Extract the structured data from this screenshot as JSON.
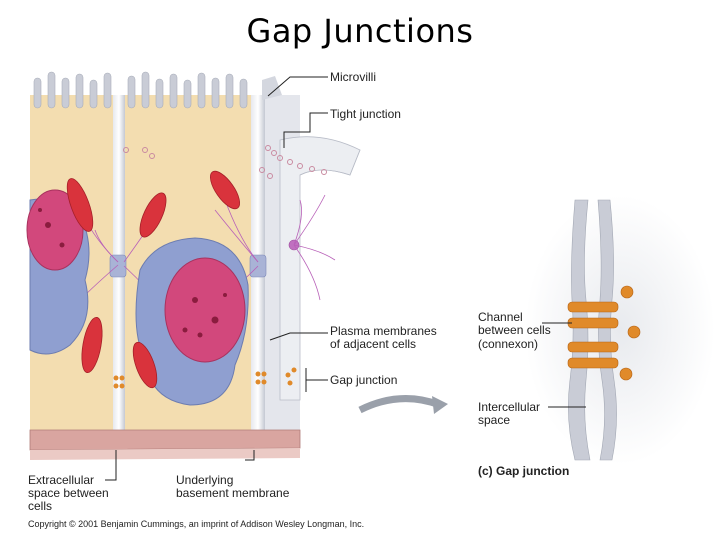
{
  "title": "Gap Junctions",
  "labels": {
    "microvilli": "Microvilli",
    "tight_junction": "Tight junction",
    "plasma_membranes_line1": "Plasma membranes",
    "plasma_membranes_line2": "of adjacent cells",
    "gap_junction": "Gap junction",
    "channel_line1": "Channel",
    "channel_line2": "between cells",
    "channel_line3": "(connexon)",
    "intercellular_line1": "Intercellular",
    "intercellular_line2": "space",
    "panel_c": "(c) Gap junction",
    "extracellular_line1": "Extracellular",
    "extracellular_line2": "space between",
    "extracellular_line3": "cells",
    "basement_line1": "Underlying",
    "basement_line2": "basement membrane"
  },
  "copyright": "Copyright © 2001 Benjamin Cummings, an imprint of Addison Wesley Longman, Inc.",
  "colors": {
    "cytoplasm": "#f3ddb0",
    "membrane": "#c9ccd6",
    "er": "#8f9fd0",
    "nucleus": "#d2487c",
    "mitochondria": "#d9333c",
    "basement": "#d9a5a0",
    "connexon": "#e08a2a"
  }
}
